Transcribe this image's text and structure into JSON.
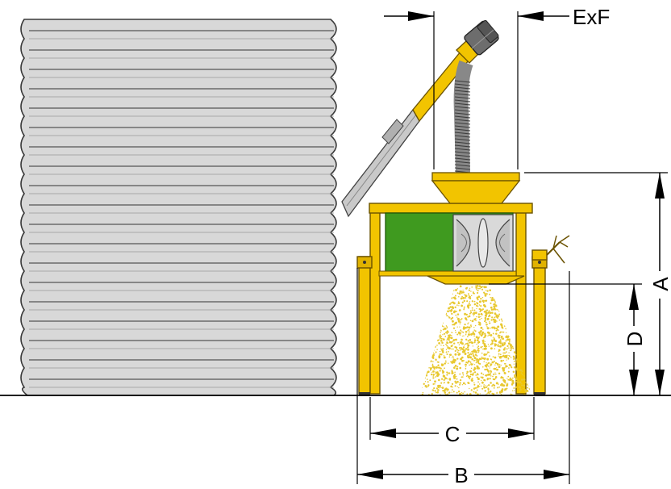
{
  "labels": {
    "exf": "ExF",
    "a": "A",
    "b": "B",
    "c": "C",
    "d": "D"
  },
  "colors": {
    "background": "#ffffff",
    "silo_fill": "#d6d6d6",
    "silo_rib": "#4a4a4a",
    "frame_yellow": "#f2c400",
    "frame_outline": "#8a6a00",
    "hopper_green": "#3f9a1f",
    "auger_gray": "#bdbdbd",
    "motor_gray": "#6d6d6d",
    "grain_yellow": "#e8c830",
    "line_black": "#000000"
  },
  "icons": {
    "motor": "motor-icon",
    "flex-hose": "flex-hose-icon",
    "valve-handle": "valve-handle-icon"
  }
}
